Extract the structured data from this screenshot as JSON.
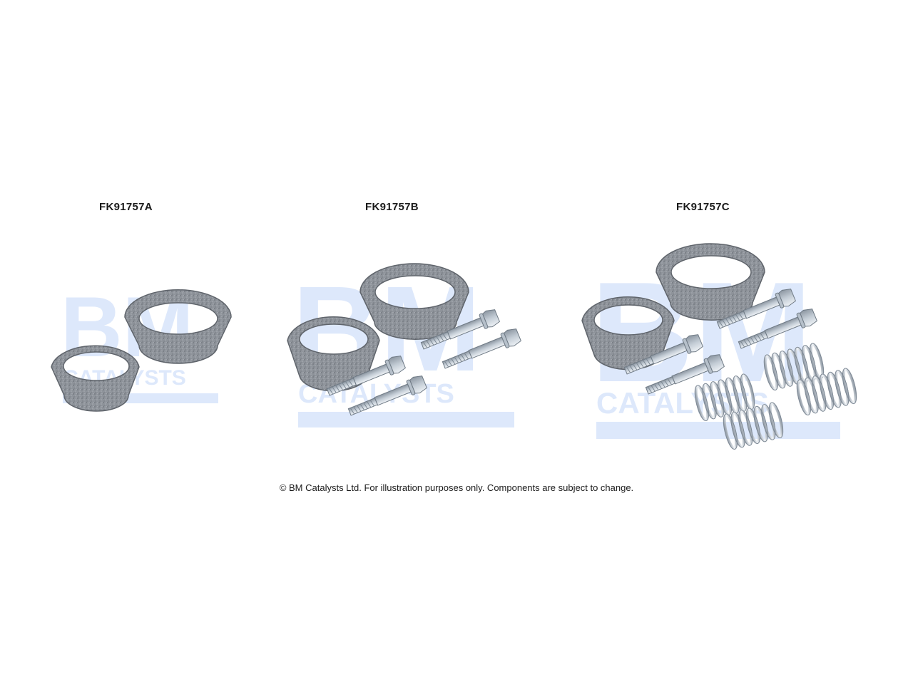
{
  "kits": [
    {
      "code": "FK91757A"
    },
    {
      "code": "FK91757B"
    },
    {
      "code": "FK91757C"
    }
  ],
  "watermark": {
    "primary": "BM",
    "secondary": "CATALYSTS"
  },
  "footer": {
    "copyright": "© BM Catalysts Ltd. For illustration purposes only.  Components are subject to change."
  },
  "colors": {
    "watermark": "#dde8fb",
    "gasket": "#8f949b",
    "bolt": "#c8d0d8",
    "spring": "#cdd3da",
    "text": "#1a1a1a"
  }
}
